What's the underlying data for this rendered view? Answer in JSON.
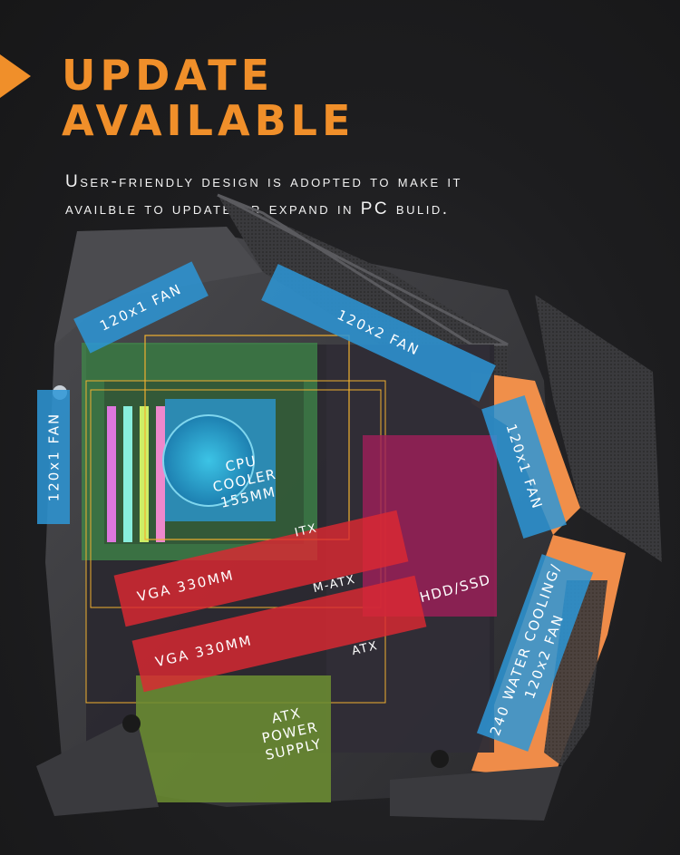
{
  "heading": {
    "line1": "UPDATE",
    "line2": "AVAILABLE"
  },
  "subtitle": {
    "line1": "User-friendly design is adopted to make it",
    "line2": "availble to update or expand in PC bulid."
  },
  "labels": {
    "fan_top_left": "120x1 FAN",
    "fan_top_right": "120x2 FAN",
    "fan_left": "120x1 FAN",
    "fan_right": "120x1 FAN",
    "water_cooling_line1": "240 WATER COOLING/",
    "water_cooling_line2": "120x2 FAN",
    "cpu_line1": "CPU",
    "cpu_line2": "COOLER",
    "cpu_line3": "155MM",
    "vga_1": "VGA 330MM",
    "vga_2": "VGA 330MM",
    "hdd": "HDD/SSD",
    "psu_line1": "ATX",
    "psu_line2": "POWER",
    "psu_line3": "SUPPLY",
    "form_itx": "ITX",
    "form_matx": "M-ATX",
    "form_atx": "ATX"
  },
  "colors": {
    "accent": "#f08f2a",
    "fan_blue": "#2d96d7",
    "vga_red": "#dc2832",
    "hdd_magenta": "#a01e5a",
    "psu_green": "#6b8c32",
    "mobo_green": "#3f8a4a",
    "frame_orange": "#f08f4a"
  }
}
